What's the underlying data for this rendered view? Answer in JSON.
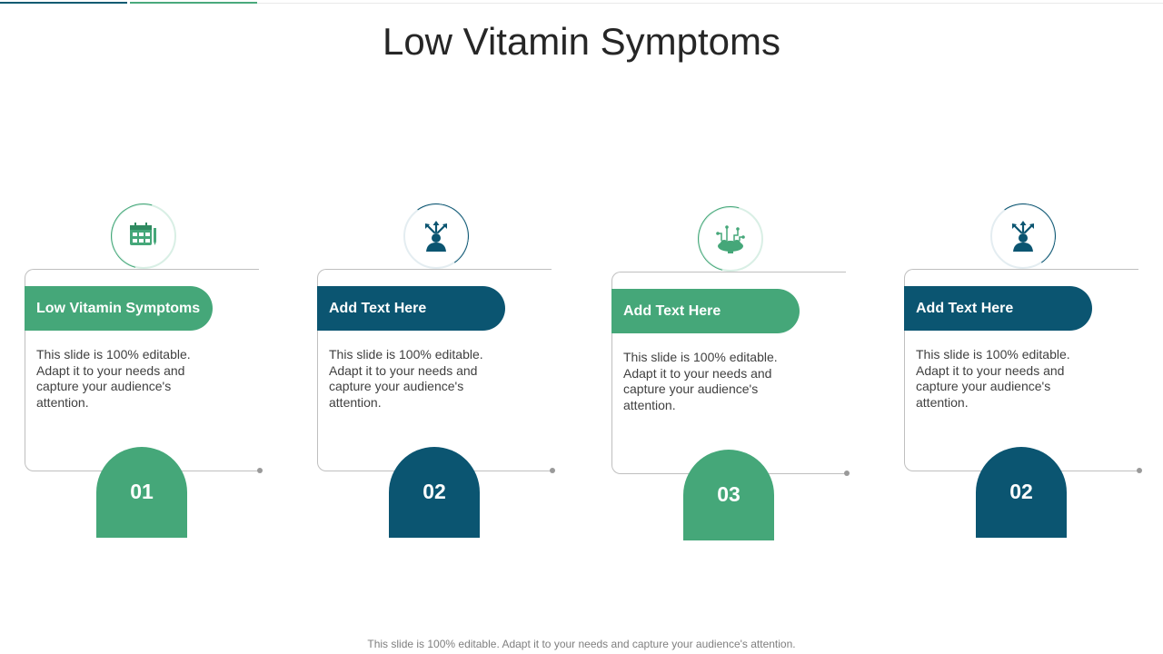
{
  "slide": {
    "title": "Low Vitamin Symptoms",
    "footer": "This slide is 100% editable. Adapt it to your needs and capture your audience's attention."
  },
  "colors": {
    "green": "#45a779",
    "blue": "#0b5571",
    "text": "#404040"
  },
  "cards": [
    {
      "heading": "Low Vitamin Symptoms",
      "body": "This slide is 100% editable. Adapt it to your needs and capture your audience's attention.",
      "number": "01",
      "color": "green",
      "icon": "calendar-icon"
    },
    {
      "heading": "Add Text Here",
      "body": "This slide is 100% editable. Adapt it to your needs and capture your audience's attention.",
      "number": "02",
      "color": "blue",
      "icon": "person-arrows-icon"
    },
    {
      "heading": "Add Text Here",
      "body": "This slide is 100% editable. Adapt it to your needs and capture your audience's attention.",
      "number": "03",
      "color": "green",
      "icon": "brain-circuit-icon"
    },
    {
      "heading": "Add Text Here",
      "body": "This slide is 100% editable. Adapt it to your needs and capture your audience's attention.",
      "number": "02",
      "color": "blue",
      "icon": "person-arrows-icon"
    }
  ]
}
